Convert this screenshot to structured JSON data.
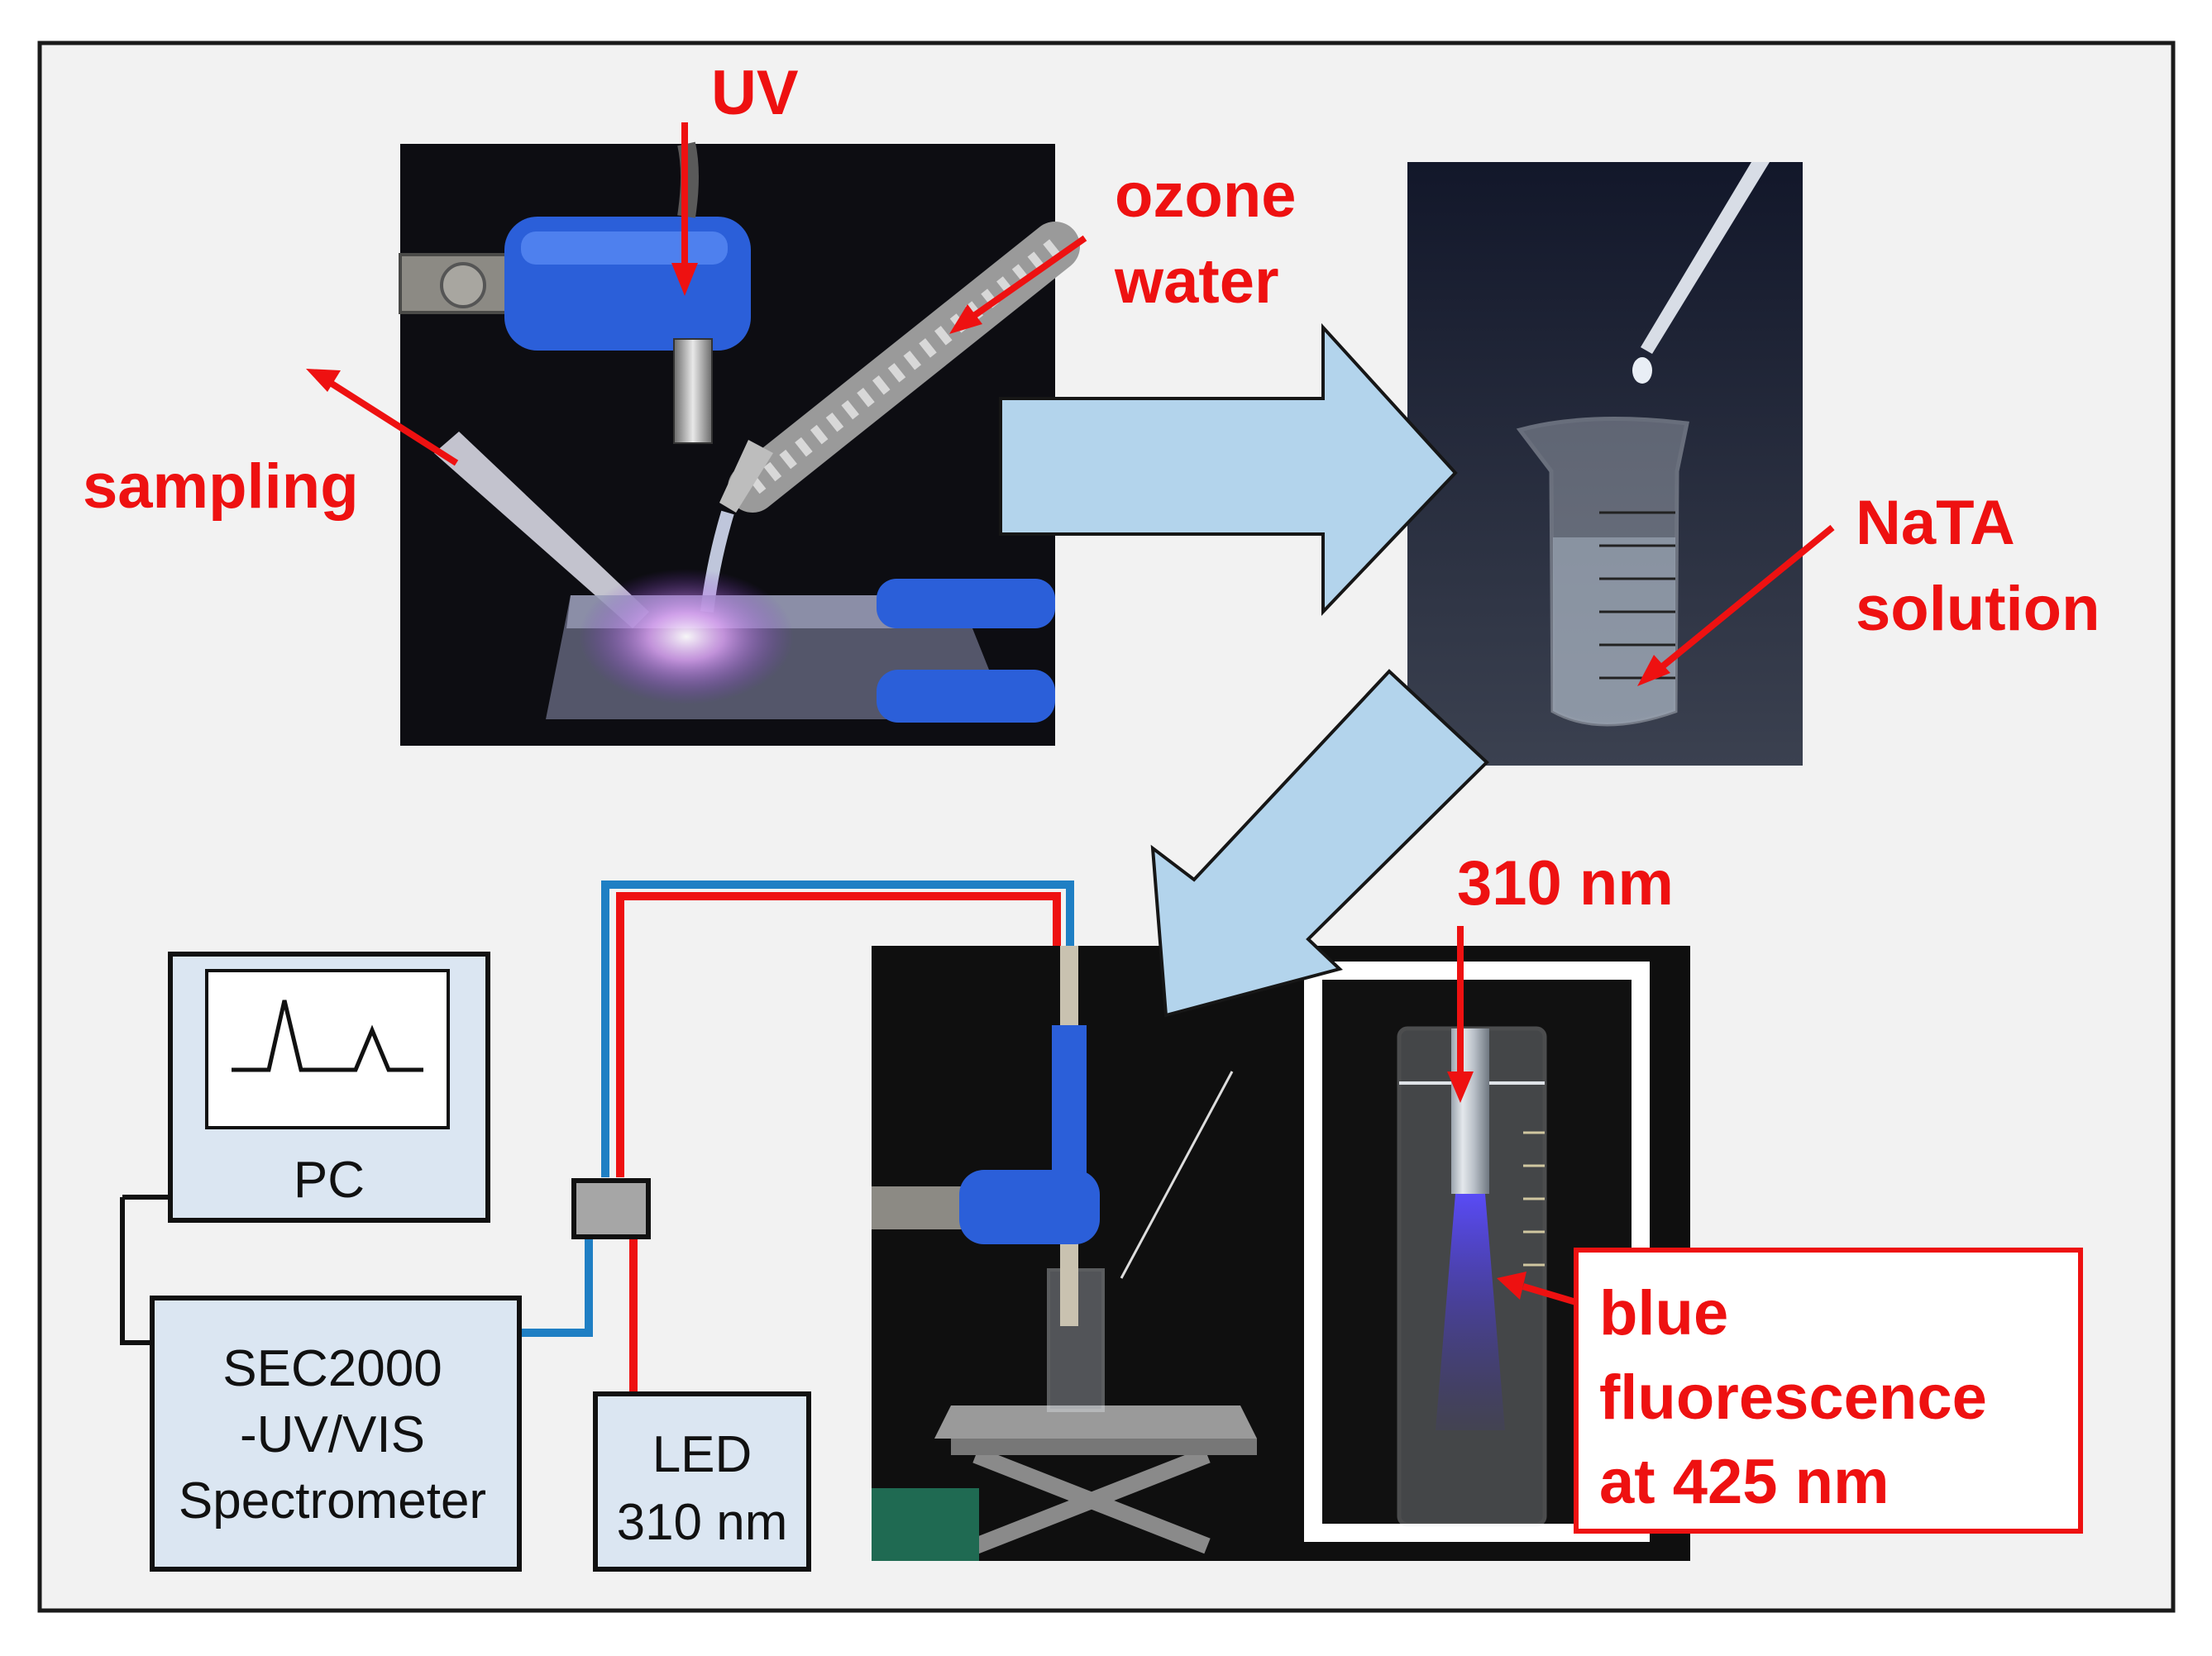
{
  "labels": {
    "uv": "UV",
    "ozone_line1": "ozone",
    "ozone_line2": "water",
    "sampling": "sampling",
    "nata_line1": "NaTA",
    "nata_line2": "solution",
    "wavelength_310": "310 nm",
    "fluor_line1": "blue",
    "fluor_line2": "fluorescence",
    "fluor_line3": "at 425 nm"
  },
  "boxes": {
    "pc": "PC",
    "spectrometer_line1": "SEC2000",
    "spectrometer_line2": "-UV/VIS",
    "spectrometer_line3": "Spectrometer",
    "led_line1": "LED",
    "led_line2": "310 nm"
  },
  "colors": {
    "annotation_red": "#ee1111",
    "flow_arrow_fill": "#b3d4ec",
    "device_box_fill": "#dbe6f2",
    "cable_blue": "#1f7fc4",
    "cable_red": "#ee1111",
    "panel_bg": "#f2f2f2",
    "photo_bg": "#0d0d12"
  }
}
